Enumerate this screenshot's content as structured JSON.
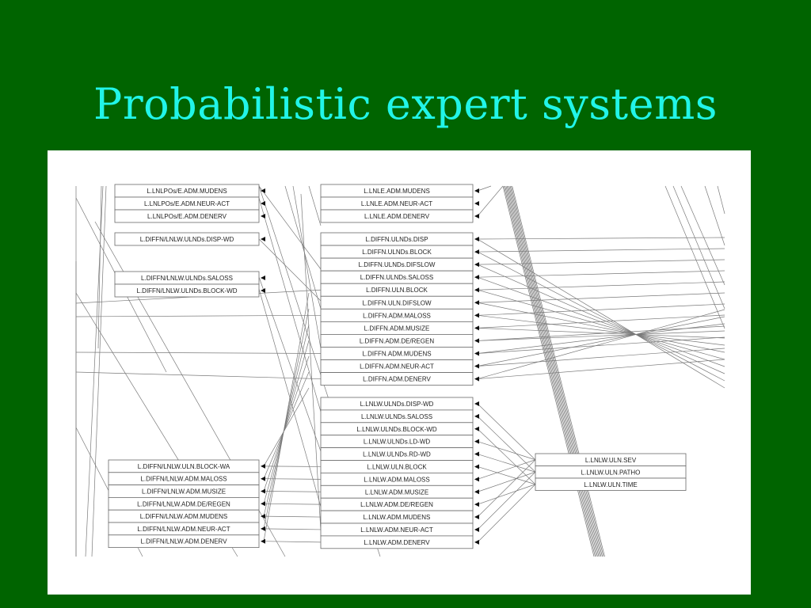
{
  "slide": {
    "title": "Probabilistic expert systems"
  },
  "diagram": {
    "colors": {
      "background": "#006400",
      "title": "#21f5e8",
      "panel": "#ffffff"
    },
    "groups": [
      {
        "name": "left-top",
        "nodes": [
          "L.LNLPOs/E.ADM.MUDENS",
          "L.LNLPOs/E.ADM.NEUR-ACT",
          "L.LNLPOs/E.ADM.DENERV"
        ]
      },
      {
        "name": "left-single",
        "nodes": [
          "L.DIFFN/LNLW.ULNDs.DISP-WD"
        ]
      },
      {
        "name": "left-mid",
        "nodes": [
          "L.DIFFN/LNLW.ULNDs.SALOSS",
          "L.DIFFN/LNLW.ULNDs.BLOCK-WD"
        ]
      },
      {
        "name": "left-bottom",
        "nodes": [
          "L.DIFFN/LNLW.ULN.BLOCK-WA",
          "L.DIFFN/LNLW.ADM.MALOSS",
          "L.DIFFN/LNLW.ADM.MUSIZE",
          "L.DIFFN/LNLW.ADM.DE/REGEN",
          "L.DIFFN/LNLW.ADM.MUDENS",
          "L.DIFFN/LNLW.ADM.NEUR-ACT",
          "L.DIFFN/LNLW.ADM.DENERV"
        ]
      },
      {
        "name": "mid-top",
        "nodes": [
          "L.LNLE.ADM.MUDENS",
          "L.LNLE.ADM.NEUR-ACT",
          "L.LNLE.ADM.DENERV"
        ]
      },
      {
        "name": "mid-diffn",
        "nodes": [
          "L.DIFFN.ULNDs.DISP",
          "L.DIFFN.ULNDs.BLOCK",
          "L.DIFFN.ULNDs.DIFSLOW",
          "L.DIFFN.ULNDs.SALOSS",
          "L.DIFFN.ULN.BLOCK",
          "L.DIFFN.ULN.DIFSLOW",
          "L.DIFFN.ADM.MALOSS",
          "L.DIFFN.ADM.MUSIZE",
          "L.DIFFN.ADM.DE/REGEN",
          "L.DIFFN.ADM.MUDENS",
          "L.DIFFN.ADM.NEUR-ACT",
          "L.DIFFN.ADM.DENERV"
        ]
      },
      {
        "name": "mid-lnlw",
        "nodes": [
          "L.LNLW.ULNDs.DISP-WD",
          "L.LNLW.ULNDs.SALOSS",
          "L.LNLW.ULNDs.BLOCK-WD",
          "L.LNLW.ULNDs.LD-WD",
          "L.LNLW.ULNDs.RD-WD",
          "L.LNLW.ULN.BLOCK",
          "L.LNLW.ADM.MALOSS",
          "L.LNLW.ADM.MUSIZE",
          "L.LNLW.ADM.DE/REGEN",
          "L.LNLW.ADM.MUDENS",
          "L.LNLW.ADM.NEUR-ACT",
          "L.LNLW.ADM.DENERV"
        ]
      },
      {
        "name": "right",
        "nodes": [
          "L.LNLW.ULN.SEV",
          "L.LNLW.ULN.PATHO",
          "L.LNLW.ULN.TIME"
        ]
      }
    ]
  }
}
